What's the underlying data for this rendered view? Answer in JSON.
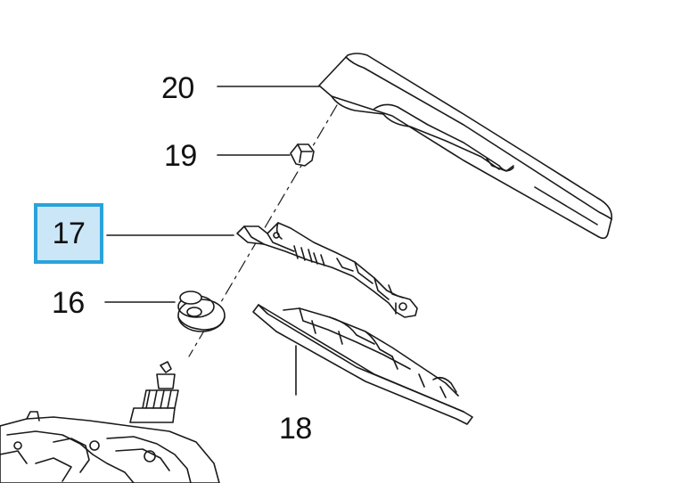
{
  "diagram": {
    "type": "exploded-parts-view",
    "selected_part": "17",
    "line_color": "#1a1a1a",
    "highlight_border_color": "#29a3dc",
    "highlight_fill_color": "#cbe6f7",
    "callouts": {
      "c20": "20",
      "c19": "19",
      "c17": "17",
      "c16": "16",
      "c18": "18"
    }
  }
}
